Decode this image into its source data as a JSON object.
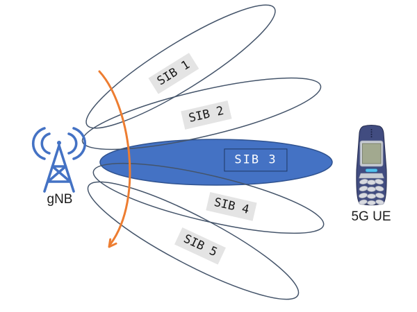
{
  "diagram": {
    "description": "gNB beam sweeping of SIB beams toward a 5G UE",
    "gnb": {
      "label": "gNB",
      "icon": "radio-tower-icon"
    },
    "ue": {
      "label": "5G UE",
      "icon": "mobile-phone-icon"
    },
    "sweep_arrow": {
      "icon": "curved-sweep-arrow-icon",
      "direction": "top-to-bottom"
    },
    "beams": [
      {
        "label": "SIB 1",
        "highlighted": false
      },
      {
        "label": "SIB 2",
        "highlighted": false
      },
      {
        "label": "SIB 3",
        "highlighted": true
      },
      {
        "label": "SIB 4",
        "highlighted": false
      },
      {
        "label": "SIB 5",
        "highlighted": false
      }
    ],
    "colors": {
      "beam_outline": "#44546A",
      "active_beam_fill": "#4472C4",
      "active_beam_border": "#2F528F",
      "sweep_arrow": "#ED7D31",
      "label_bg": "#E4E4E4",
      "tower_blue": "#4472C4",
      "sib3_box_border": "#1F3864",
      "phone_body": "#414C80"
    }
  }
}
